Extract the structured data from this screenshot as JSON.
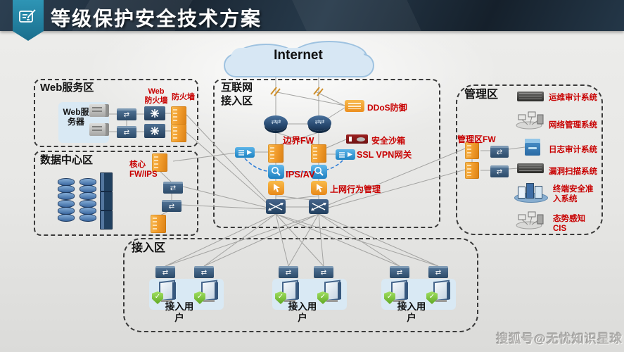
{
  "header": {
    "title": "等级保护安全技术方案"
  },
  "internet": {
    "label": "Internet"
  },
  "zones": {
    "web": {
      "title": "Web服务区",
      "server_label": "Web服\n务器",
      "web_fw_label": "Web\n防火墙",
      "fw_label": "防火墙"
    },
    "datacenter": {
      "title": "数据中心区",
      "core_fw_label": "核心\nFW/IPS"
    },
    "internet_access": {
      "title": "互联网\n接入区",
      "ddos_label": "DDoS防御",
      "border_fw_label": "边界FW",
      "sandbox_label": "安全沙箱",
      "ssl_vpn_label": "SSL VPN网关",
      "ips_av_label": "IPS/AV",
      "behavior_label": "上网行为管理"
    },
    "management": {
      "title": "管理区",
      "fw_label": "管理区FW",
      "systems": [
        {
          "label": "运维审计系统",
          "icon": "rack-server-icon"
        },
        {
          "label": "网络管理系统",
          "icon": "network-topology-icon"
        },
        {
          "label": "日志审计系统",
          "icon": "server-cube-icon"
        },
        {
          "label": "漏洞扫描系统",
          "icon": "rack-server-icon"
        },
        {
          "label": "终端安全准\n入系统",
          "icon": "server-platform-icon"
        },
        {
          "label": "态势感知\nCIS",
          "icon": "network-topology-icon"
        }
      ]
    },
    "access": {
      "title": "接入区",
      "user_label": "接入用\n户"
    }
  },
  "watermark": {
    "text": "搜狐号@无忧知识星球"
  },
  "colors": {
    "accent_red": "#c80000",
    "device_orange": "#f09a2a",
    "device_blue": "#2f86c8",
    "device_navy": "#35547a",
    "zone_border": "#3a3a3a",
    "line_gray": "#a3a3a1",
    "tunnel_blue": "#2f7ed8",
    "header_bg": "#1d2b38",
    "badge_teal": "#2286a8",
    "shield_green": "#76c043",
    "cloud_fill": "#d7e7f4"
  }
}
